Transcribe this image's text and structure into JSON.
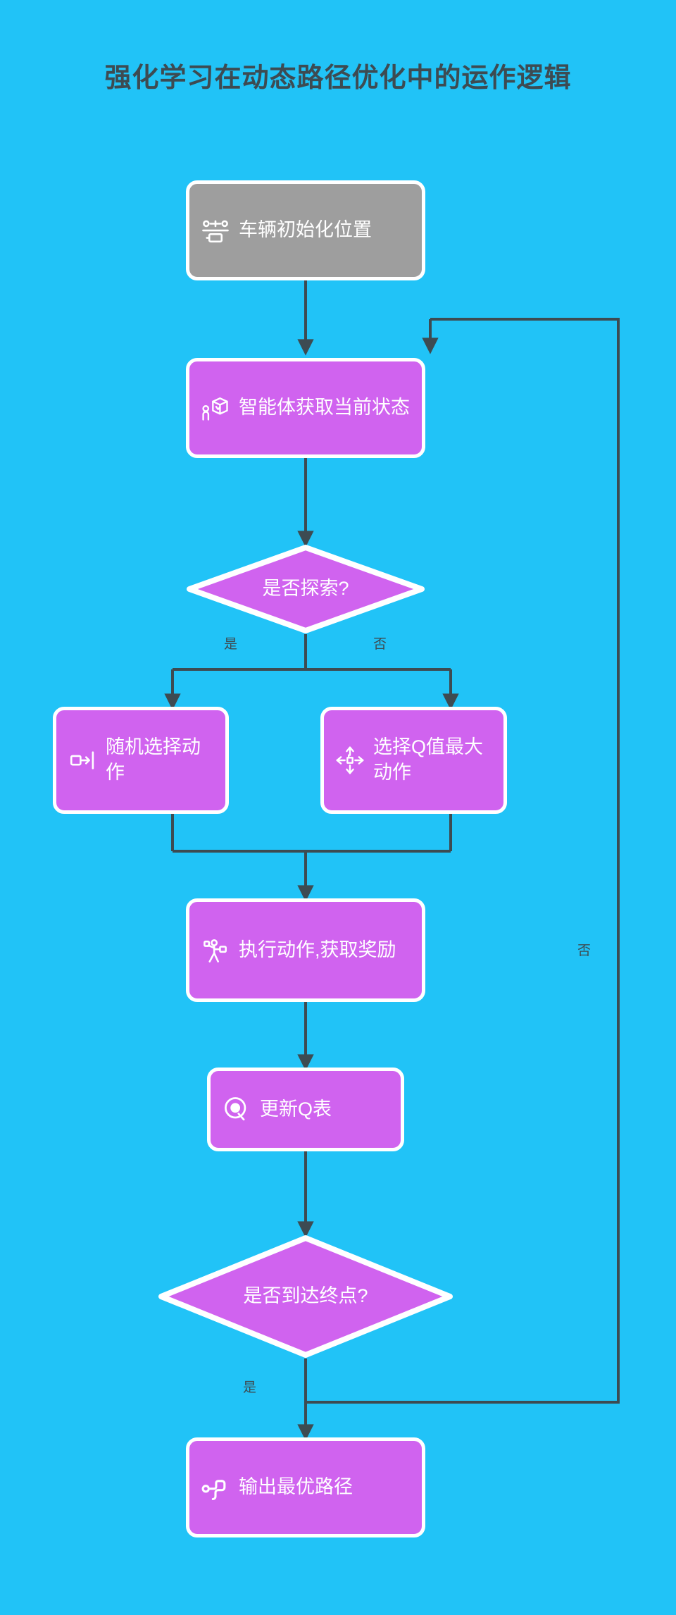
{
  "page": {
    "title": "强化学习在动态路径优化中的运作逻辑",
    "background_color": "#21c3f7",
    "title_color": "#3d4b52",
    "node_color": "#d063ef",
    "start_node_color": "#9e9e9e",
    "edge_color": "#3d4b52",
    "node_text_color": "#ffffff"
  },
  "chart_data": {
    "type": "diagram",
    "title": "强化学习在动态路径优化中的运作逻辑",
    "nodes": [
      {
        "id": "n1",
        "label": "车辆初始化位置",
        "shape": "rounded-rect",
        "color": "#9e9e9e",
        "icon": "vehicle-route-icon"
      },
      {
        "id": "n2",
        "label": "智能体获取当前状态",
        "shape": "rounded-rect",
        "color": "#d063ef",
        "icon": "agent-box-icon"
      },
      {
        "id": "n3",
        "label": "是否探索?",
        "shape": "diamond",
        "color": "#d063ef",
        "icon": ""
      },
      {
        "id": "n4",
        "label": "随机选择动作",
        "shape": "rounded-rect",
        "color": "#d063ef",
        "icon": "random-action-icon"
      },
      {
        "id": "n5",
        "label": "选择Q值最大动作",
        "shape": "rounded-rect",
        "color": "#d063ef",
        "icon": "directional-move-icon"
      },
      {
        "id": "n6",
        "label": "执行动作,获取奖励",
        "shape": "rounded-rect",
        "color": "#d063ef",
        "icon": "robot-action-icon"
      },
      {
        "id": "n7",
        "label": "更新Q表",
        "shape": "rounded-rect",
        "color": "#d063ef",
        "icon": "q-circle-icon"
      },
      {
        "id": "n8",
        "label": "是否到达终点?",
        "shape": "diamond",
        "color": "#d063ef",
        "icon": ""
      },
      {
        "id": "n9",
        "label": "输出最优路径",
        "shape": "rounded-rect",
        "color": "#d063ef",
        "icon": "optimal-route-icon"
      }
    ],
    "edges": [
      {
        "from": "n1",
        "to": "n2",
        "label": ""
      },
      {
        "from": "n2",
        "to": "n3",
        "label": ""
      },
      {
        "from": "n3",
        "to": "n4",
        "label": "是"
      },
      {
        "from": "n3",
        "to": "n5",
        "label": "否"
      },
      {
        "from": "n4",
        "to": "n6",
        "label": ""
      },
      {
        "from": "n5",
        "to": "n6",
        "label": ""
      },
      {
        "from": "n6",
        "to": "n7",
        "label": ""
      },
      {
        "from": "n7",
        "to": "n8",
        "label": ""
      },
      {
        "from": "n8",
        "to": "n9",
        "label": "是"
      },
      {
        "from": "n8",
        "to": "n2",
        "label": "否"
      }
    ]
  },
  "labels": {
    "explore_yes": "是",
    "explore_no": "否",
    "loop_no": "否",
    "terminal_yes": "是"
  }
}
